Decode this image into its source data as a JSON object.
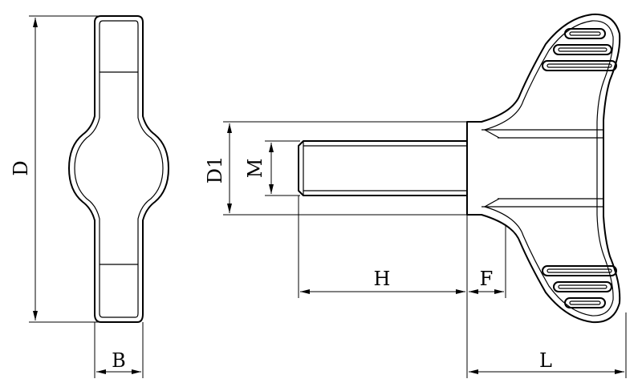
{
  "dimensions": {
    "D": "D",
    "B": "B",
    "D1": "D1",
    "M": "M",
    "H": "H",
    "F": "F",
    "L": "L"
  },
  "colors": {
    "line": "#000000",
    "background": "#ffffff"
  }
}
